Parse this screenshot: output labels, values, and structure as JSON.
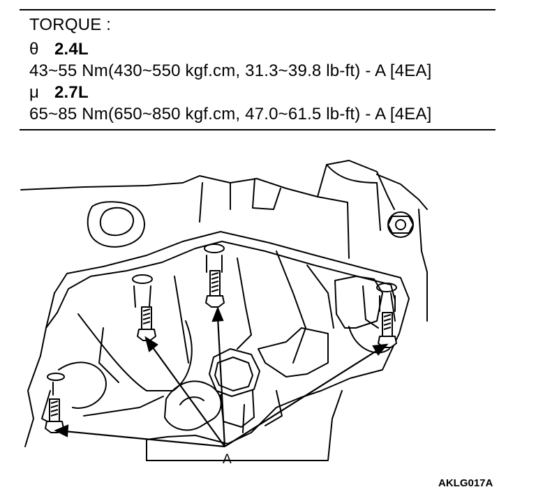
{
  "torque": {
    "heading": "TORQUE :",
    "specs": [
      {
        "engine_symbol": "θ",
        "engine": "2.4L",
        "value": "43~55 Nm(430~550 kgf.cm, 31.3~39.8 lb-ft) - A [4EA]"
      },
      {
        "engine_symbol": "μ",
        "engine": "2.7L",
        "value": "65~85 Nm(650~850 kgf.cm, 47.0~61.5 lb-ft) - A [4EA]"
      }
    ]
  },
  "figure": {
    "callout_label": "A",
    "code": "AKLG017A",
    "icons": [
      "bolt-icon",
      "bolt-icon",
      "bolt-icon",
      "bolt-icon"
    ]
  }
}
